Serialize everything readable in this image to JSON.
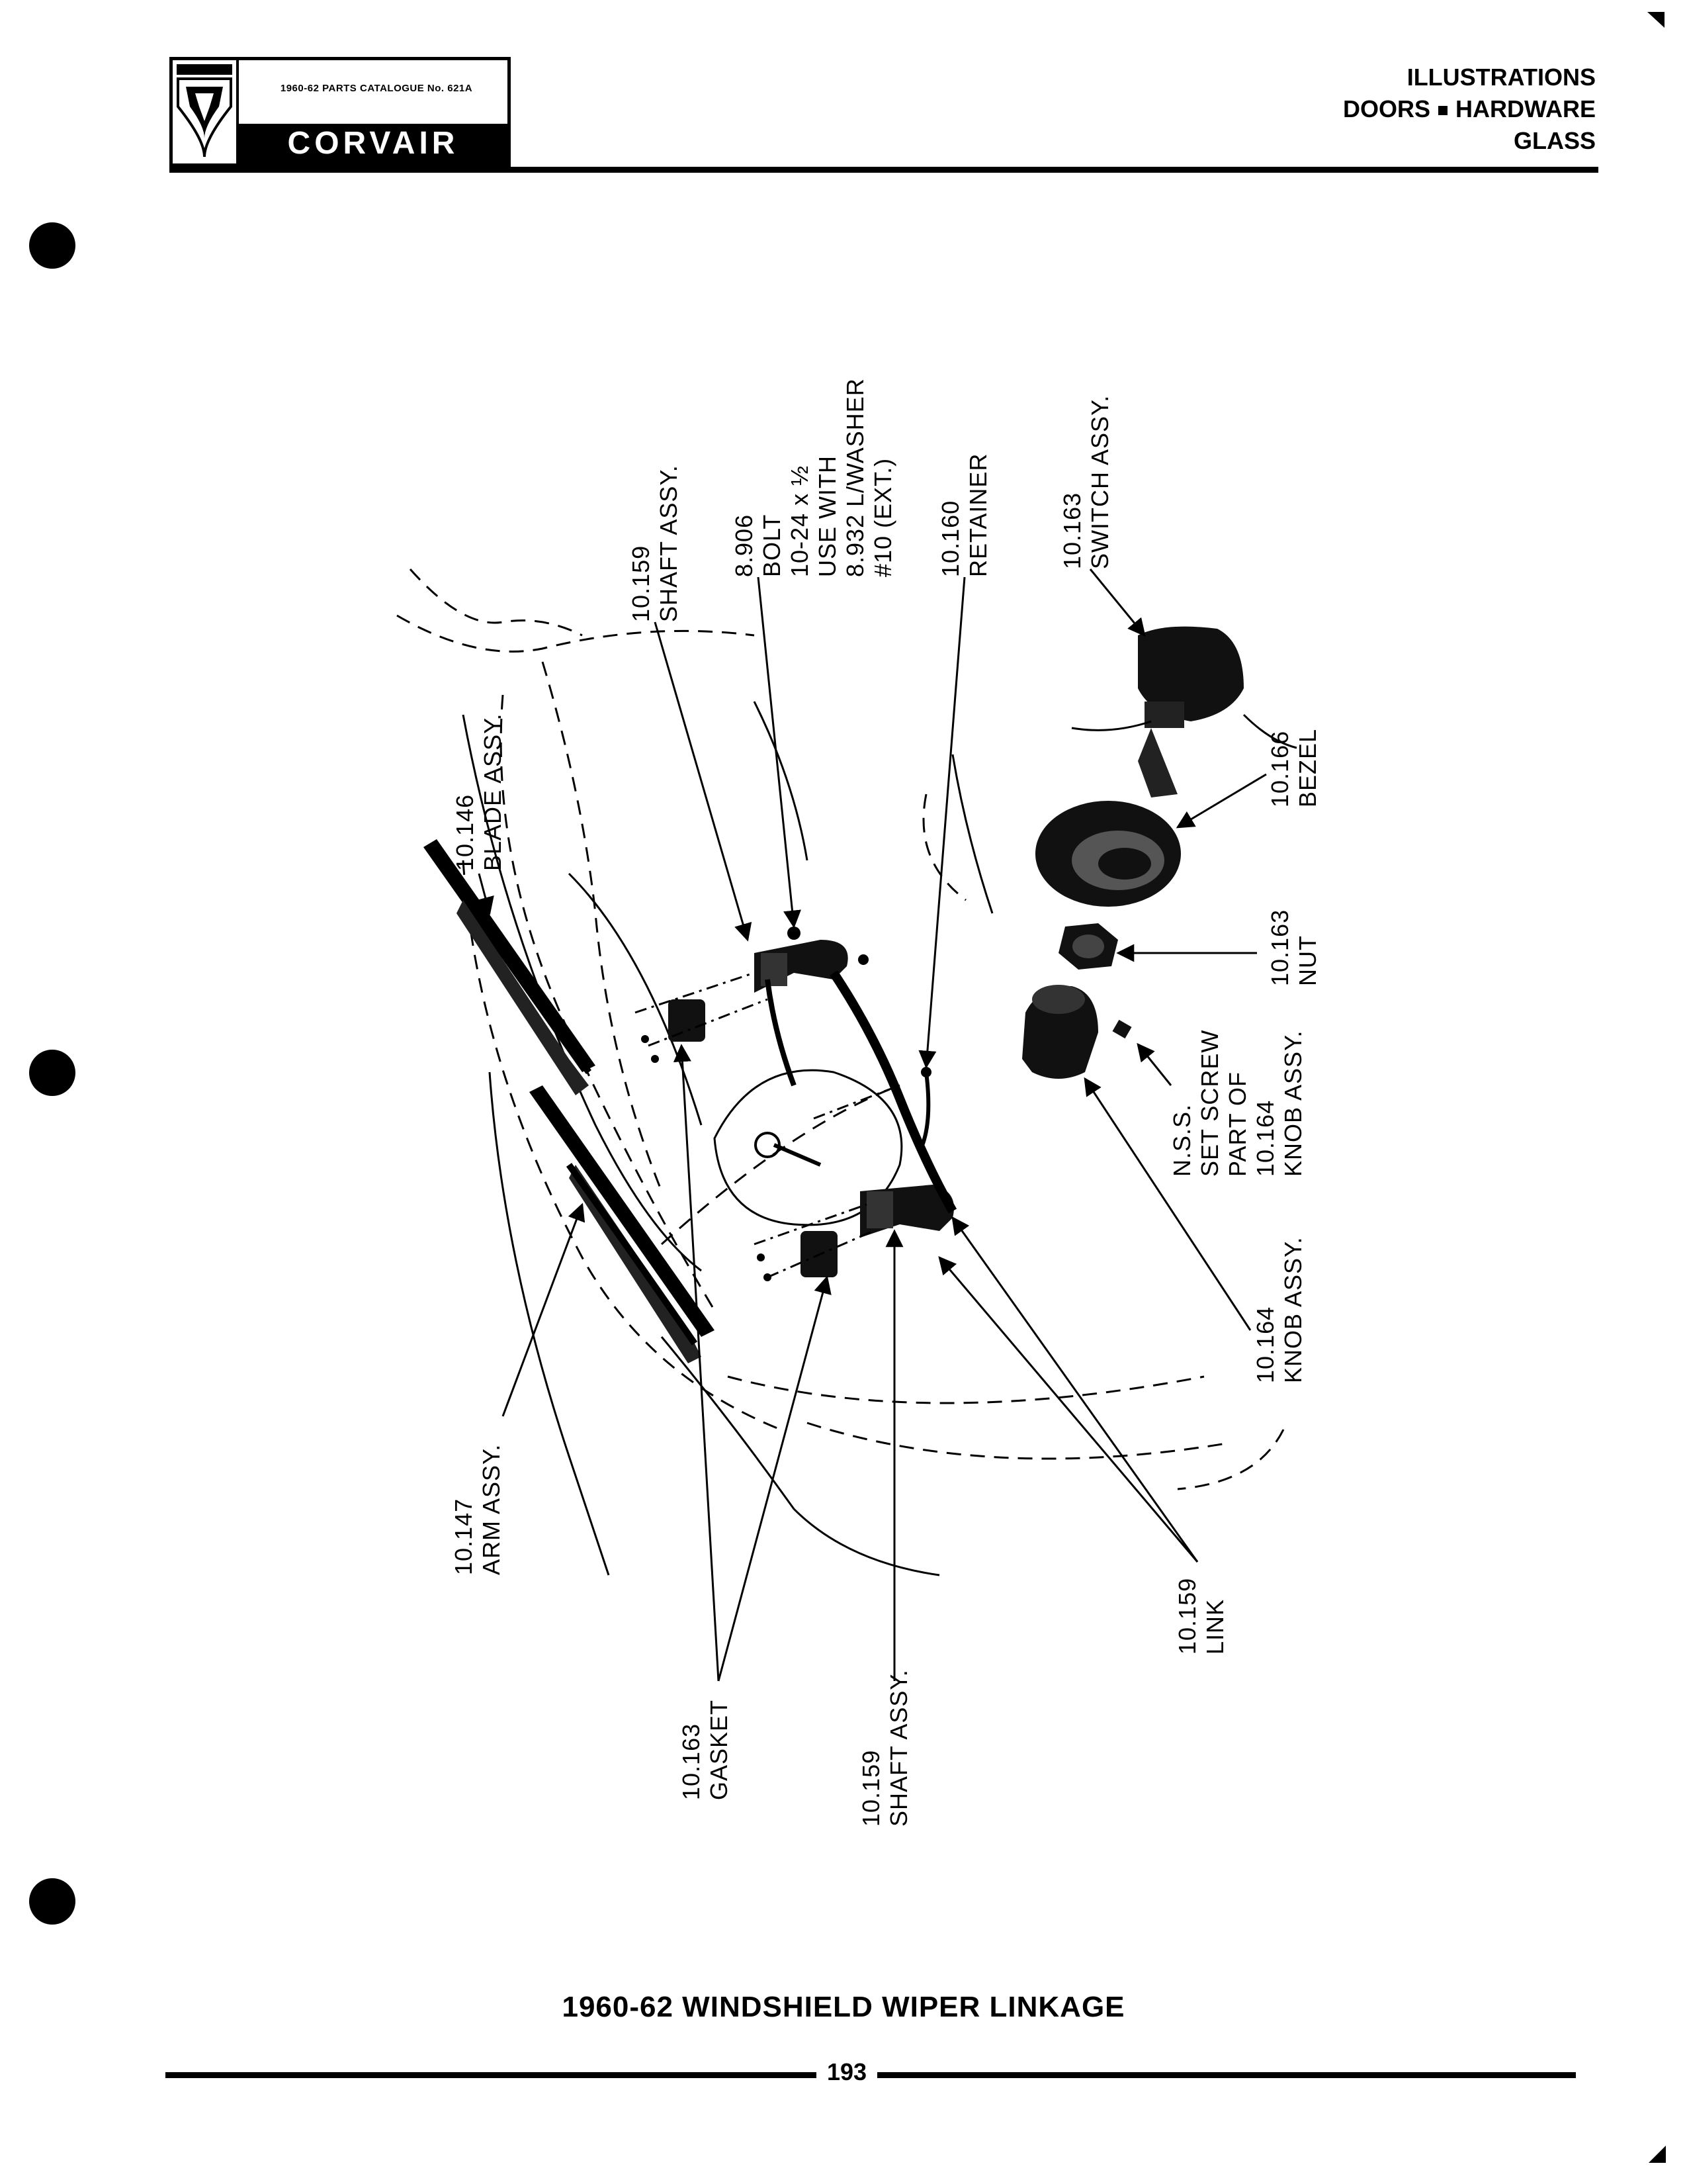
{
  "header": {
    "catalogue": "1960-62 PARTS CATALOGUE No. 621A",
    "brand": "CORVAIR",
    "section_lines": [
      "ILLUSTRATIONS",
      "DOORS",
      "HARDWARE",
      "GLASS"
    ]
  },
  "callouts": {
    "shaft_assy_top": [
      "10.159",
      "SHAFT ASSY."
    ],
    "bolt": [
      "8.906",
      "BOLT",
      "10-24 x ½",
      "USE WITH",
      "8.932 L/WASHER",
      "#10 (EXT.)"
    ],
    "retainer": [
      "10.160",
      "RETAINER"
    ],
    "switch_assy": [
      "10.163",
      "SWITCH ASSY."
    ],
    "blade_assy": [
      "10.146",
      "BLADE ASSY."
    ],
    "bezel": [
      "10.166",
      "BEZEL"
    ],
    "nut": [
      "10.163",
      "NUT"
    ],
    "set_screw": [
      "N.S.S.",
      "SET SCREW",
      "PART OF",
      "10.164",
      "KNOB ASSY."
    ],
    "knob_assy": [
      "10.164",
      "KNOB ASSY."
    ],
    "arm_assy": [
      "10.147",
      "ARM ASSY."
    ],
    "link": [
      "10.159",
      "LINK"
    ],
    "gasket": [
      "10.163",
      "GASKET"
    ],
    "shaft_assy_bottom": [
      "10.159",
      "SHAFT ASSY."
    ]
  },
  "footer": {
    "caption": "1960-62 WINDSHIELD WIPER LINKAGE",
    "page_number": "193"
  }
}
